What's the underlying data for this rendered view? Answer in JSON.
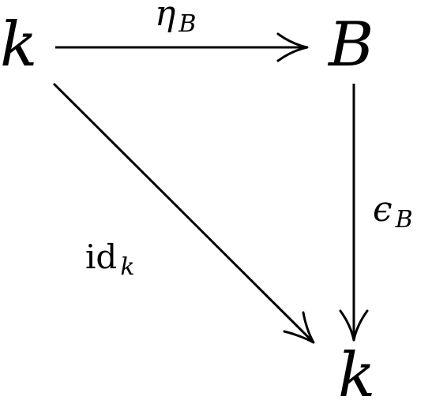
{
  "diagram": {
    "type": "commutative-diagram",
    "nodes": {
      "top_left": "k",
      "top_right": "B",
      "bottom_right": "k"
    },
    "arrows": {
      "eta": {
        "symbol": "η",
        "subscript": "B",
        "from": "top_left",
        "to": "top_right"
      },
      "epsilon": {
        "symbol": "ϵ",
        "subscript": "B",
        "from": "top_right",
        "to": "bottom_right"
      },
      "identity": {
        "symbol": "id",
        "subscript": "k",
        "from": "top_left",
        "to": "bottom_right"
      }
    }
  }
}
